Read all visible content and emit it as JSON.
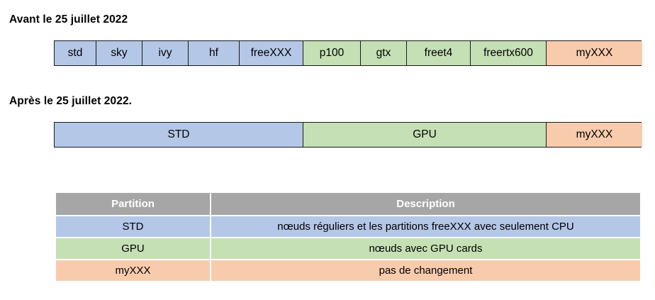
{
  "headings": {
    "before": "Avant le 25 juillet 2022",
    "after": "Après le 25 juillet 2022."
  },
  "colors": {
    "blue": "#b4c7e7",
    "green": "#c5e0b4",
    "orange": "#f8cbad",
    "header_gray": "#a6a6a6",
    "border": "#1a1a1a",
    "header_text": "#ffffff"
  },
  "bar_before": {
    "cells": [
      {
        "label": "std",
        "color": "blue"
      },
      {
        "label": "sky",
        "color": "blue"
      },
      {
        "label": "ivy",
        "color": "blue"
      },
      {
        "label": "hf",
        "color": "blue"
      },
      {
        "label": "freeXXX",
        "color": "blue"
      },
      {
        "label": "p100",
        "color": "green"
      },
      {
        "label": "gtx",
        "color": "green"
      },
      {
        "label": "freet4",
        "color": "green"
      },
      {
        "label": "freertx600",
        "color": "green"
      },
      {
        "label": "myXXX",
        "color": "orange"
      }
    ]
  },
  "bar_after": {
    "cells": [
      {
        "label": "STD",
        "color": "blue"
      },
      {
        "label": "GPU",
        "color": "green"
      },
      {
        "label": "myXXX",
        "color": "orange"
      }
    ]
  },
  "table": {
    "headers": [
      "Partition",
      "Description"
    ],
    "rows": [
      {
        "partition": "STD",
        "description": "nœuds réguliers et les partitions freeXXX avec seulement CPU",
        "color": "blue"
      },
      {
        "partition": "GPU",
        "description": "nœuds avec GPU cards",
        "color": "green"
      },
      {
        "partition": "myXXX",
        "description": "pas de changement",
        "color": "orange"
      }
    ]
  }
}
